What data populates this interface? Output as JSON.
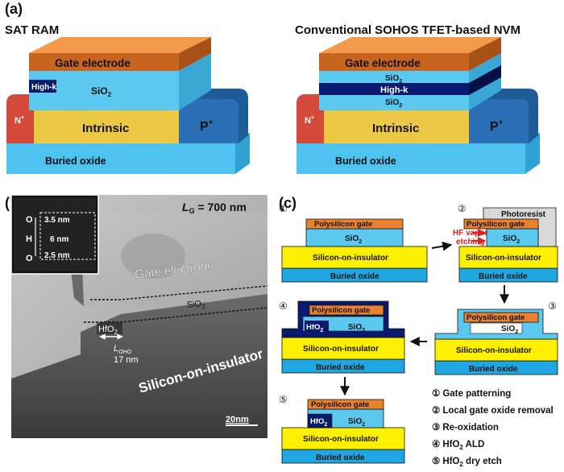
{
  "panel_a": {
    "label": "(a)",
    "left": {
      "title": "SAT RAM",
      "gate": "Gate electrode",
      "highk": "High-k",
      "sio2": "SiO",
      "sub2": "2",
      "channel": "Intrinsic",
      "n_region": "N",
      "n_sup": "+",
      "p_region": "P",
      "p_sup": "+",
      "box": "Buried oxide"
    },
    "right": {
      "title": "Conventional SOHOS TFET-based NVM",
      "gate": "Gate electrode",
      "sio2_top": "SiO",
      "highk": "High-k",
      "sio2_bottom": "SiO",
      "sub2": "2",
      "channel": "Intrinsic",
      "n_region": "N",
      "n_sup": "+",
      "p_region": "P",
      "p_sup": "+",
      "box": "Buried oxide"
    }
  },
  "panel_b": {
    "label": "(b)",
    "lg_symbol": "L",
    "lg_sub": "G",
    "lg_value": " = 700 nm",
    "gate": "Gate electrode",
    "sio2": "SiO",
    "sub2": "2",
    "soi": "Silicon-on-insulator",
    "hfo2": "HfO",
    "lo_symbol": "L",
    "lo_sub": "OHO",
    "lo_value": "17 nm",
    "scale": "20nm",
    "inset": {
      "o_top": "O",
      "h": "H",
      "o_bottom": "O",
      "dim1": "3.5 nm",
      "dim2": "6 nm",
      "dim3": "2.5 nm"
    }
  },
  "panel_c": {
    "label": "(c)",
    "step_nums": [
      "①",
      "②",
      "③",
      "④",
      "⑤"
    ],
    "poly": "Polysilicon gate",
    "sio2": "SiO",
    "sub2": "2",
    "soi": "Silicon-on-insulator",
    "box": "Buried oxide",
    "photoresist": "Photoresist",
    "hf_line1": "HF vapor",
    "hf_line2": "etching",
    "hfo2": "HfO",
    "legend": [
      {
        "num": "①",
        "text": "Gate patterning"
      },
      {
        "num": "②",
        "text": "Local gate oxide removal"
      },
      {
        "num": "③",
        "text": "Re-oxidation"
      },
      {
        "num": "④",
        "text": "HfO",
        "sub": "2",
        "rest": " ALD"
      },
      {
        "num": "⑤",
        "text": "HfO",
        "sub": "2",
        "rest": " dry etch"
      }
    ]
  },
  "colors": {
    "gate_orange": "#E8822F",
    "sio2_light_blue": "#5BC8EF",
    "highk_navy": "#0A1A6E",
    "intrinsic_yellow": "#EDC844",
    "n_red": "#D44A3A",
    "p_blue": "#2A6FB4",
    "buried_oxide": "#4FC3F0",
    "soi_yellow": "#FFF000",
    "red_arrow": "#E0201A"
  }
}
